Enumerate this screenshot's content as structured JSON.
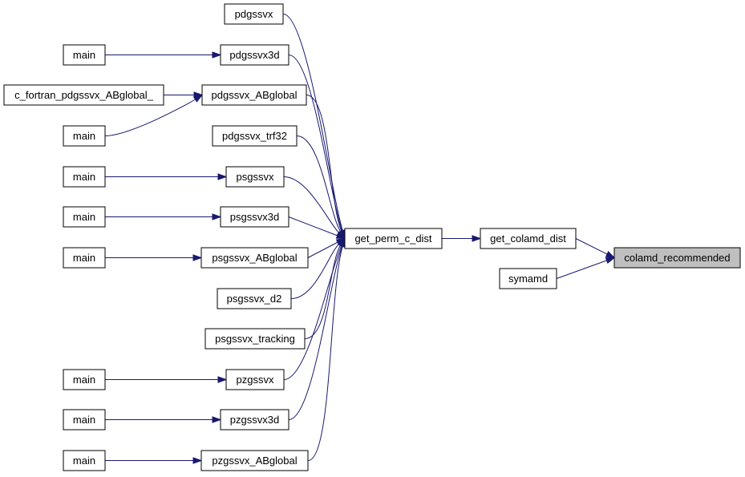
{
  "colors": {
    "edge": "#191970",
    "highlight_fill": "#bfbfbf"
  },
  "nodes": [
    {
      "id": "pdgssvx",
      "label": "pdgssvx"
    },
    {
      "id": "main1",
      "label": "main"
    },
    {
      "id": "pdgssvx3d",
      "label": "pdgssvx3d"
    },
    {
      "id": "c_fortran",
      "label": "c_fortran_pdgssvx_ABglobal_"
    },
    {
      "id": "pdgssvx_ABglobal",
      "label": "pdgssvx_ABglobal"
    },
    {
      "id": "main2",
      "label": "main"
    },
    {
      "id": "pdgssvx_trf32",
      "label": "pdgssvx_trf32"
    },
    {
      "id": "main3",
      "label": "main"
    },
    {
      "id": "psgssvx",
      "label": "psgssvx"
    },
    {
      "id": "main4",
      "label": "main"
    },
    {
      "id": "psgssvx3d",
      "label": "psgssvx3d"
    },
    {
      "id": "main5",
      "label": "main"
    },
    {
      "id": "psgssvx_ABglobal",
      "label": "psgssvx_ABglobal"
    },
    {
      "id": "psgssvx_d2",
      "label": "psgssvx_d2"
    },
    {
      "id": "psgssvx_tracking",
      "label": "psgssvx_tracking"
    },
    {
      "id": "main6",
      "label": "main"
    },
    {
      "id": "pzgssvx",
      "label": "pzgssvx"
    },
    {
      "id": "main7",
      "label": "main"
    },
    {
      "id": "pzgssvx3d",
      "label": "pzgssvx3d"
    },
    {
      "id": "main8",
      "label": "main"
    },
    {
      "id": "pzgssvx_ABglobal",
      "label": "pzgssvx_ABglobal"
    },
    {
      "id": "get_perm_c_dist",
      "label": "get_perm_c_dist"
    },
    {
      "id": "get_colamd_dist",
      "label": "get_colamd_dist"
    },
    {
      "id": "symamd",
      "label": "symamd"
    },
    {
      "id": "colamd_recommended",
      "label": "colamd_recommended",
      "highlight": true
    }
  ],
  "edges": [
    {
      "from": "colamd_recommended",
      "to": "get_colamd_dist"
    },
    {
      "from": "colamd_recommended",
      "to": "symamd"
    },
    {
      "from": "get_colamd_dist",
      "to": "get_perm_c_dist"
    },
    {
      "from": "get_perm_c_dist",
      "to": "pdgssvx"
    },
    {
      "from": "get_perm_c_dist",
      "to": "pdgssvx3d"
    },
    {
      "from": "get_perm_c_dist",
      "to": "pdgssvx_ABglobal"
    },
    {
      "from": "get_perm_c_dist",
      "to": "pdgssvx_trf32"
    },
    {
      "from": "get_perm_c_dist",
      "to": "psgssvx"
    },
    {
      "from": "get_perm_c_dist",
      "to": "psgssvx3d"
    },
    {
      "from": "get_perm_c_dist",
      "to": "psgssvx_ABglobal"
    },
    {
      "from": "get_perm_c_dist",
      "to": "psgssvx_d2"
    },
    {
      "from": "get_perm_c_dist",
      "to": "psgssvx_tracking"
    },
    {
      "from": "get_perm_c_dist",
      "to": "pzgssvx"
    },
    {
      "from": "get_perm_c_dist",
      "to": "pzgssvx3d"
    },
    {
      "from": "get_perm_c_dist",
      "to": "pzgssvx_ABglobal"
    },
    {
      "from": "pdgssvx3d",
      "to": "main1"
    },
    {
      "from": "pdgssvx_ABglobal",
      "to": "c_fortran"
    },
    {
      "from": "pdgssvx_ABglobal",
      "to": "main2"
    },
    {
      "from": "psgssvx",
      "to": "main3"
    },
    {
      "from": "psgssvx3d",
      "to": "main4"
    },
    {
      "from": "psgssvx_ABglobal",
      "to": "main5"
    },
    {
      "from": "pzgssvx",
      "to": "main6"
    },
    {
      "from": "pzgssvx3d",
      "to": "main7"
    },
    {
      "from": "pzgssvx_ABglobal",
      "to": "main8"
    }
  ]
}
